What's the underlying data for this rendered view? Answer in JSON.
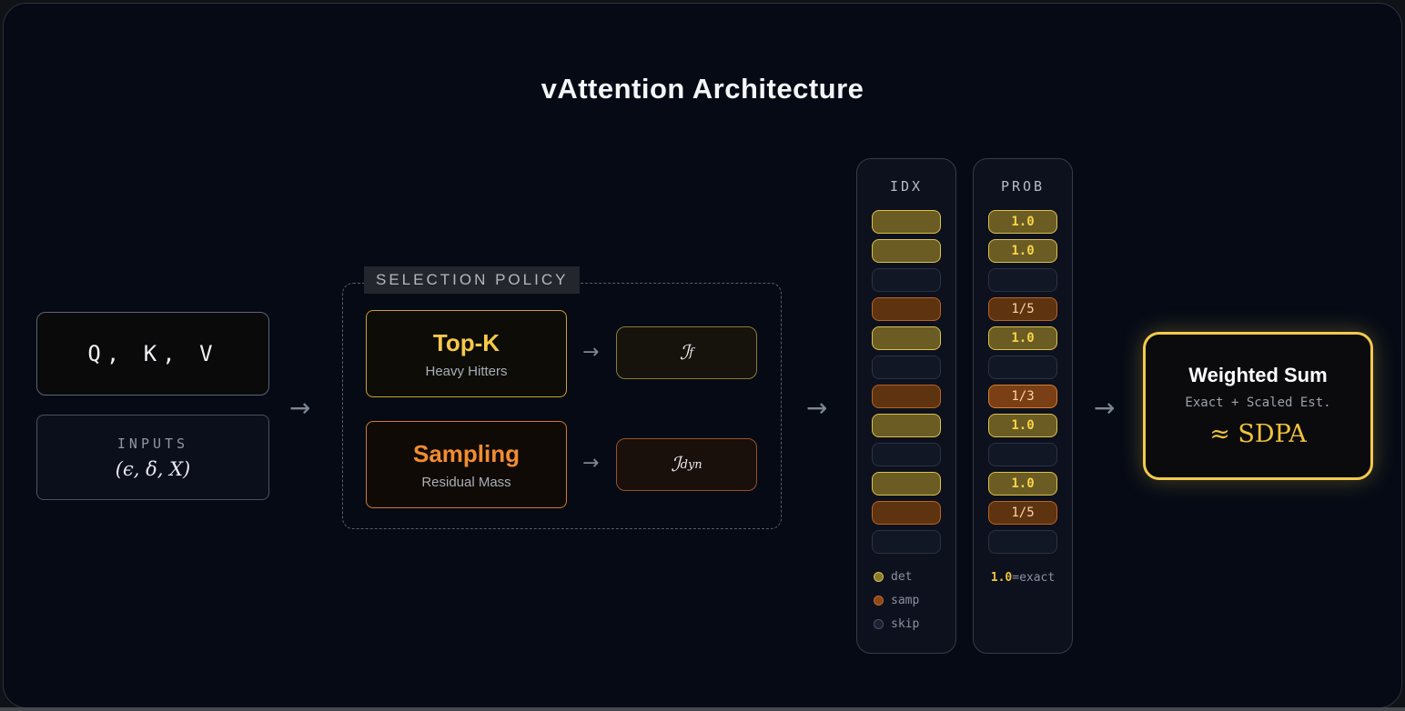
{
  "title": "vAttention Architecture",
  "arrow_glyph": "→",
  "input_stage": {
    "qkv_label": "Q, K, V",
    "inputs_header": "INPUTS",
    "inputs_params": "(ϵ, δ, X)"
  },
  "selection_policy": {
    "label": "SELECTION POLICY",
    "topk": {
      "title": "Top-K",
      "subtitle": "Heavy Hitters",
      "output_symbol": "ℐ",
      "output_subscript": "f"
    },
    "sampling": {
      "title": "Sampling",
      "subtitle": "Residual Mass",
      "output_symbol": "ℐ",
      "output_subscript": "dyn"
    }
  },
  "idx_column": {
    "header": "IDX",
    "legend": [
      {
        "type": "det",
        "label": "det"
      },
      {
        "type": "samp",
        "label": "samp"
      },
      {
        "type": "skip",
        "label": "skip"
      }
    ]
  },
  "prob_column": {
    "header": "PROB",
    "footnote_value": "1.0",
    "footnote_suffix": "=exact"
  },
  "rows": [
    {
      "type": "det",
      "prob": "1.0"
    },
    {
      "type": "det",
      "prob": "1.0"
    },
    {
      "type": "skip",
      "prob": ""
    },
    {
      "type": "samp",
      "prob": "1/5"
    },
    {
      "type": "det",
      "prob": "1.0"
    },
    {
      "type": "skip",
      "prob": ""
    },
    {
      "type": "samp",
      "prob": "1/3"
    },
    {
      "type": "det",
      "prob": "1.0"
    },
    {
      "type": "skip",
      "prob": ""
    },
    {
      "type": "det",
      "prob": "1.0"
    },
    {
      "type": "samp",
      "prob": "1/5"
    },
    {
      "type": "skip",
      "prob": ""
    }
  ],
  "output_stage": {
    "title": "Weighted Sum",
    "subtitle": "Exact + Scaled Est.",
    "formula": "≈ SDPA"
  },
  "colors": {
    "background": "#050a15",
    "accent_yellow": "#f2c94c",
    "accent_orange": "#f2994a",
    "det_fill": "#6b5c24",
    "det_border": "#dcc14a",
    "samp_fill": "#5e330f",
    "samp_border": "#bb6226",
    "skip_fill": "#121726",
    "skip_border": "#2b3243"
  }
}
